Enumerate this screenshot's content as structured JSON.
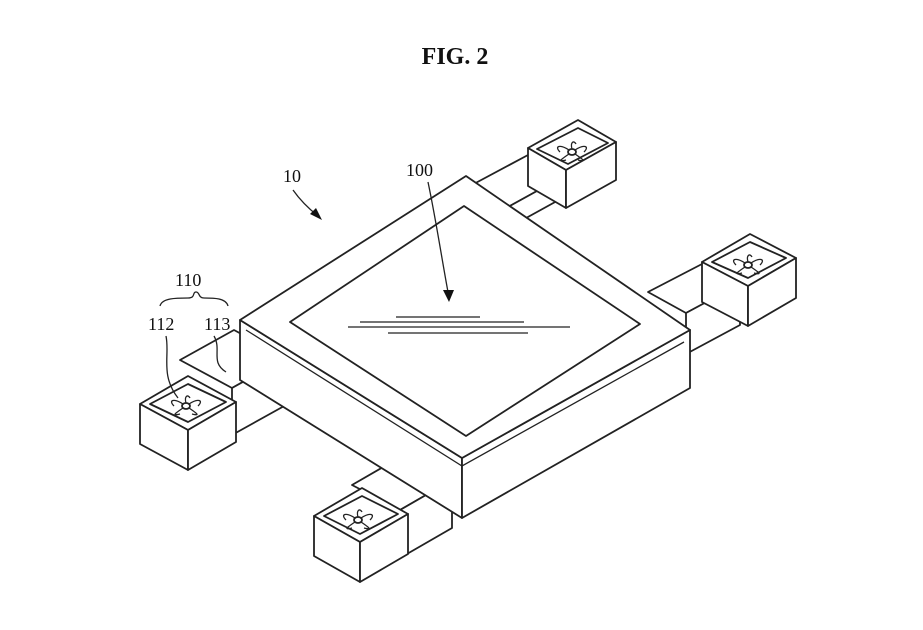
{
  "figure": {
    "title": "FIG. 2",
    "labels": {
      "device": "10",
      "screen": "100",
      "propeller_group": "110",
      "propeller": "112",
      "arm": "113"
    }
  }
}
